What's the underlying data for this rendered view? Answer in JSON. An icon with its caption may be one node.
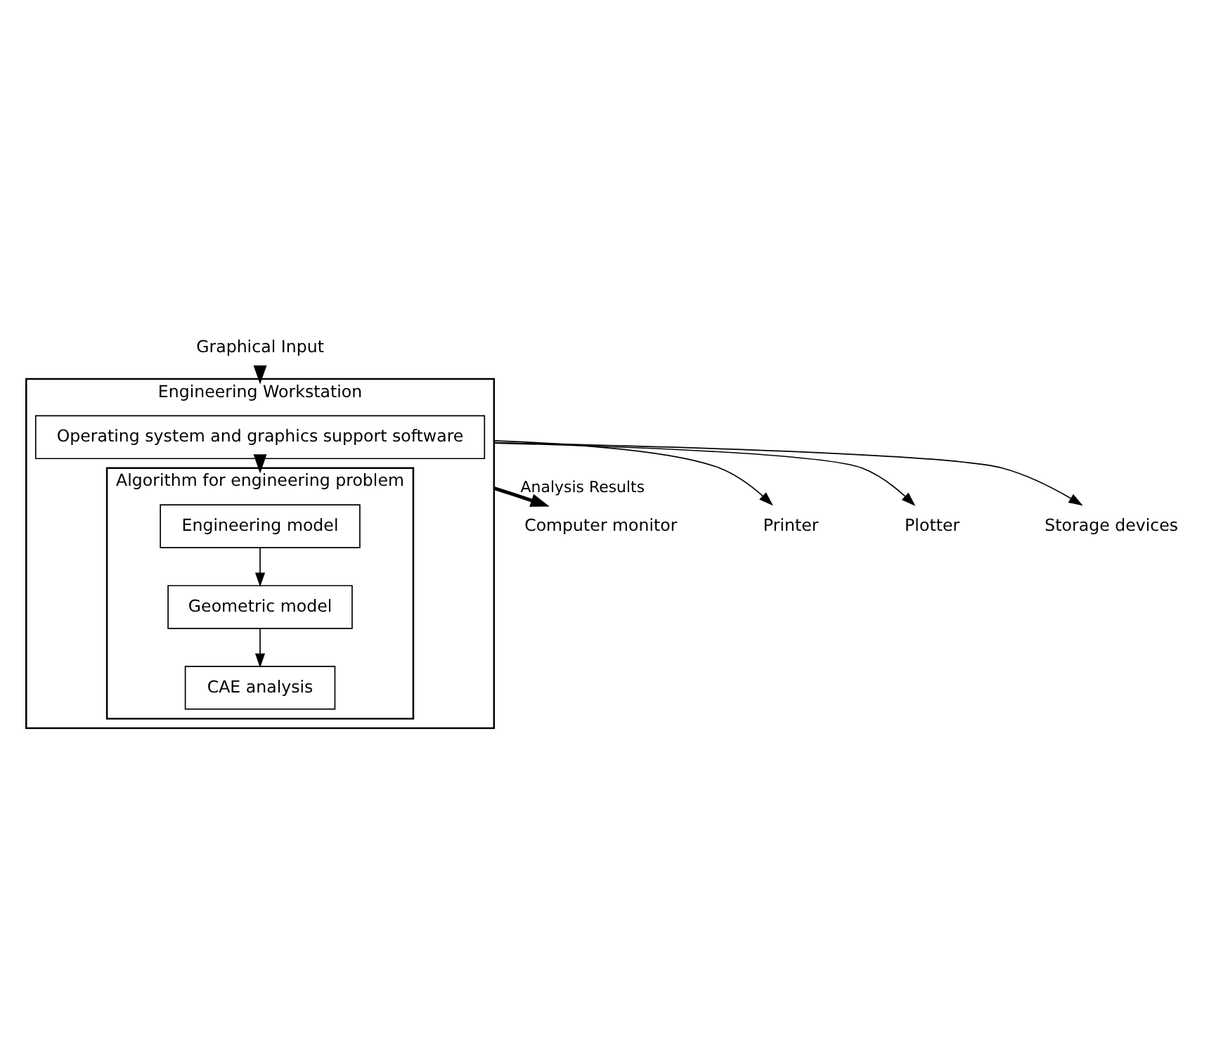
{
  "diagram": {
    "nodes": [
      {
        "text": [
          "Graphical Input"
        ]
      },
      {
        "text": [
          "Engineering Workstation"
        ]
      },
      {
        "text": [
          "Operating system and graphics support software"
        ],
        "in": 1
      },
      {
        "text": [
          "Algorithm for engineering problem"
        ],
        "in": 1
      },
      {
        "text": [
          "Engineering model"
        ],
        "in": 3
      },
      {
        "text": [
          "Geometric model"
        ],
        "in": 3
      },
      {
        "text": [
          "CAE analysis"
        ],
        "in": 3
      },
      {
        "text": [
          "Computer monitor"
        ]
      },
      {
        "text": [
          "Printer"
        ]
      },
      {
        "text": [
          "Plotter"
        ]
      },
      {
        "text": [
          "Storage devices"
        ]
      }
    ],
    "edges": [
      {
        "from": 0,
        "to": 1,
        "arrow": "to",
        "style": "thick"
      },
      {
        "from": 2,
        "to": 3,
        "arrow": "to",
        "style": "thick"
      },
      {
        "from": 4,
        "to": 5,
        "arrow": "to"
      },
      {
        "from": 5,
        "to": 6,
        "arrow": "to"
      },
      {
        "from": 1,
        "to": 7,
        "arrow": "to",
        "label": "Analysis Results",
        "style": "thick"
      },
      {
        "from": 1,
        "to": 8,
        "arrow": "to"
      },
      {
        "from": 1,
        "to": 9,
        "arrow": "to"
      },
      {
        "from": 1,
        "to": 10,
        "arrow": "to"
      }
    ]
  }
}
